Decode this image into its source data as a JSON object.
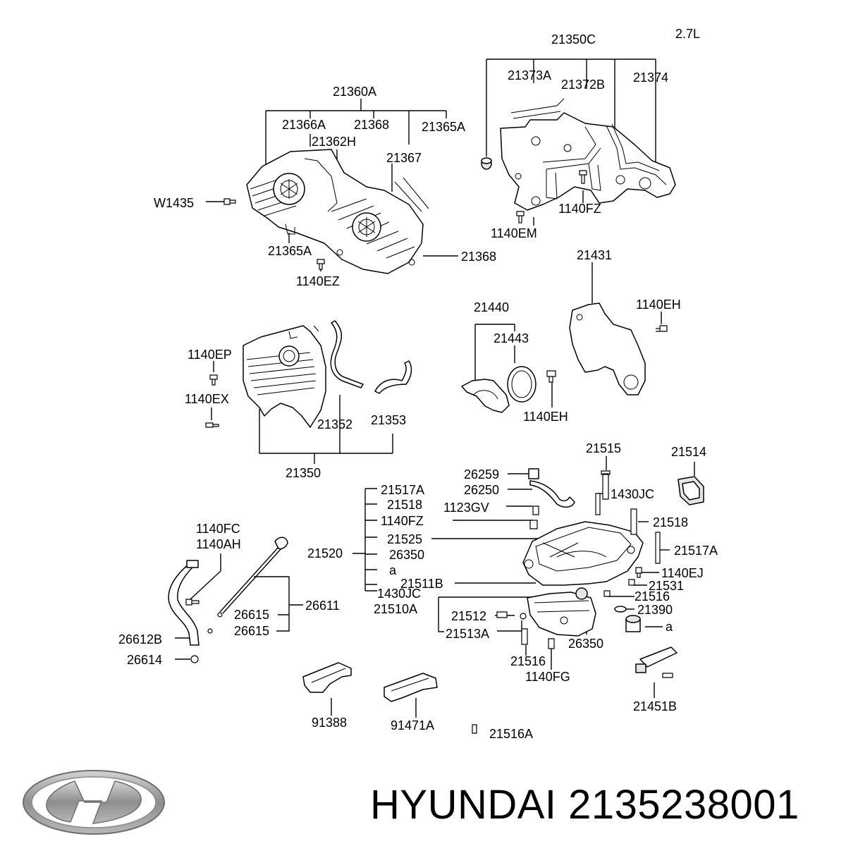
{
  "diagram": {
    "engine": "2.7L",
    "labels": {
      "p21350C": "21350C",
      "p21373A": "21373A",
      "p21372B": "21372B",
      "p21374": "21374",
      "p1140FZ_a": "1140FZ",
      "p1140EM": "1140EM",
      "p21360A": "21360A",
      "p21366A": "21366A",
      "p21368_top": "21368",
      "p21365A_top": "21365A",
      "p21362H": "21362H",
      "p21367": "21367",
      "pW1435": "W1435",
      "p21365A_bot": "21365A",
      "p21368_right": "21368",
      "p1140EZ": "1140EZ",
      "p21431": "21431",
      "p1140EH_a": "1140EH",
      "p21440": "21440",
      "p21443": "21443",
      "p1140EH_b": "1140EH",
      "p1140EP": "1140EP",
      "p1140EX": "1140EX",
      "p21352": "21352",
      "p21353": "21353",
      "p21350": "21350",
      "p21515": "21515",
      "p21514": "21514",
      "p26259": "26259",
      "p26250": "26250",
      "p1123GV": "1123GV",
      "p1430JC_a": "1430JC",
      "p21517A_a": "21517A",
      "p21518_a": "21518",
      "p1140FZ_b": "1140FZ",
      "p21525": "21525",
      "p26350_a": "26350",
      "p_a1": "a",
      "p21511B": "21511B",
      "p1430JC_b": "1430JC",
      "p21520": "21520",
      "p21518_b": "21518",
      "p21517A_b": "21517A",
      "p1140EJ": "1140EJ",
      "p21531": "21531",
      "p21516_a": "21516",
      "p21390": "21390",
      "p_a2": "a",
      "p21510A": "21510A",
      "p21512": "21512",
      "p21513A": "21513A",
      "p26350_b": "26350",
      "p21516_b": "21516",
      "p1140FG": "1140FG",
      "p1140FC": "1140FC",
      "p1140AH": "1140AH",
      "p26611": "26611",
      "p26615_a": "26615",
      "p26615_b": "26615",
      "p26612B": "26612B",
      "p26614": "26614",
      "p91388": "91388",
      "p91471A": "91471A",
      "p21516A": "21516A",
      "p21451B": "21451B"
    }
  },
  "footer": {
    "brand": "HYUNDAI",
    "part_number": "2135238001",
    "logo_icon": "hyundai-logo-icon",
    "logo_color": "#9a9a9a"
  }
}
